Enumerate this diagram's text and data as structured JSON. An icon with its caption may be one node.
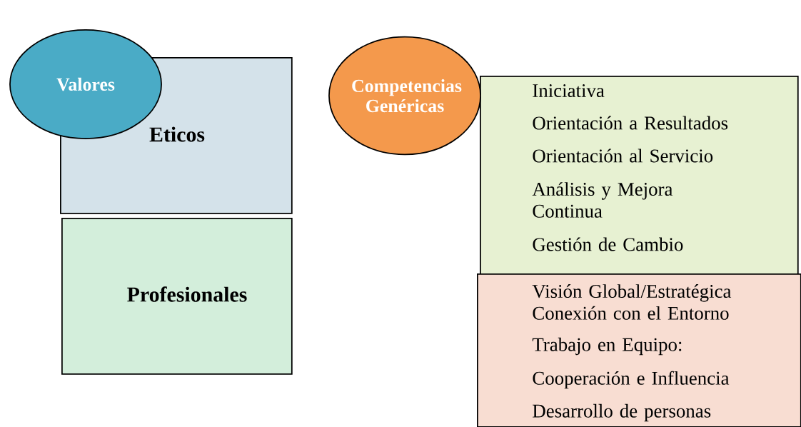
{
  "diagram": {
    "nodes": [
      {
        "text": [
          "Valores"
        ]
      },
      {
        "text": [
          "Eticos"
        ]
      },
      {
        "text": [
          "Profesionales"
        ]
      },
      {
        "text": [
          "Competencias Genéricas"
        ]
      },
      {
        "text": [
          "Iniciativa",
          "Orientación a Resultados",
          "Orientación al Servicio",
          "Análisis y Mejora Continua",
          "Gestión de Cambio"
        ]
      },
      {
        "text": [
          "Visión Global/Estratégica Conexión con el Entorno",
          "Trabajo en Equipo:",
          "Cooperación e Influencia",
          "Desarrollo de personas"
        ]
      }
    ]
  }
}
